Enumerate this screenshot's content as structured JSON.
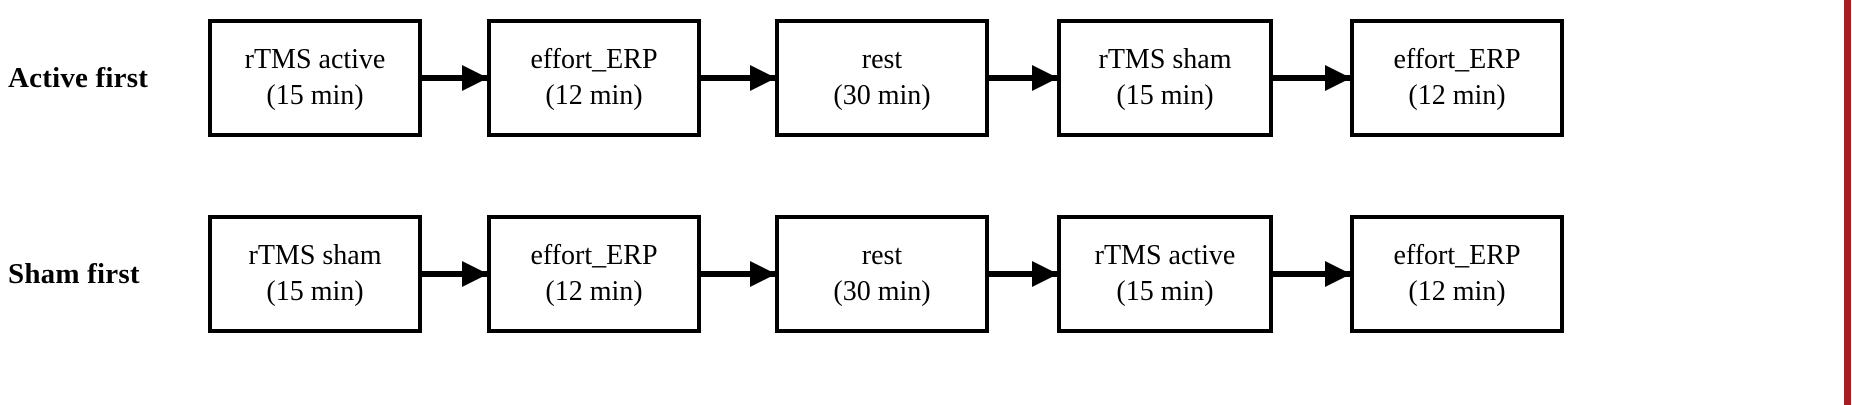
{
  "figure": {
    "type": "flowchart",
    "orientation": "left-to-right",
    "rows": [
      {
        "label": "Active first",
        "steps": [
          {
            "name": "rTMS active",
            "duration": "(15 min)"
          },
          {
            "name": "effort_ERP",
            "duration": "(12 min)"
          },
          {
            "name": "rest",
            "duration": "(30 min)"
          },
          {
            "name": "rTMS sham",
            "duration": "(15 min)"
          },
          {
            "name": "effort_ERP",
            "duration": "(12 min)"
          }
        ]
      },
      {
        "label": "Sham first",
        "steps": [
          {
            "name": "rTMS sham",
            "duration": "(15 min)"
          },
          {
            "name": "effort_ERP",
            "duration": "(12 min)"
          },
          {
            "name": "rest",
            "duration": "(30 min)"
          },
          {
            "name": "rTMS active",
            "duration": "(15 min)"
          },
          {
            "name": "effort_ERP",
            "duration": "(12 min)"
          }
        ]
      }
    ],
    "connector": "arrow-right",
    "colors": {
      "stroke": "#000000",
      "background": "#ffffff",
      "text": "#000000",
      "edge_rule": "#A51C24"
    }
  }
}
